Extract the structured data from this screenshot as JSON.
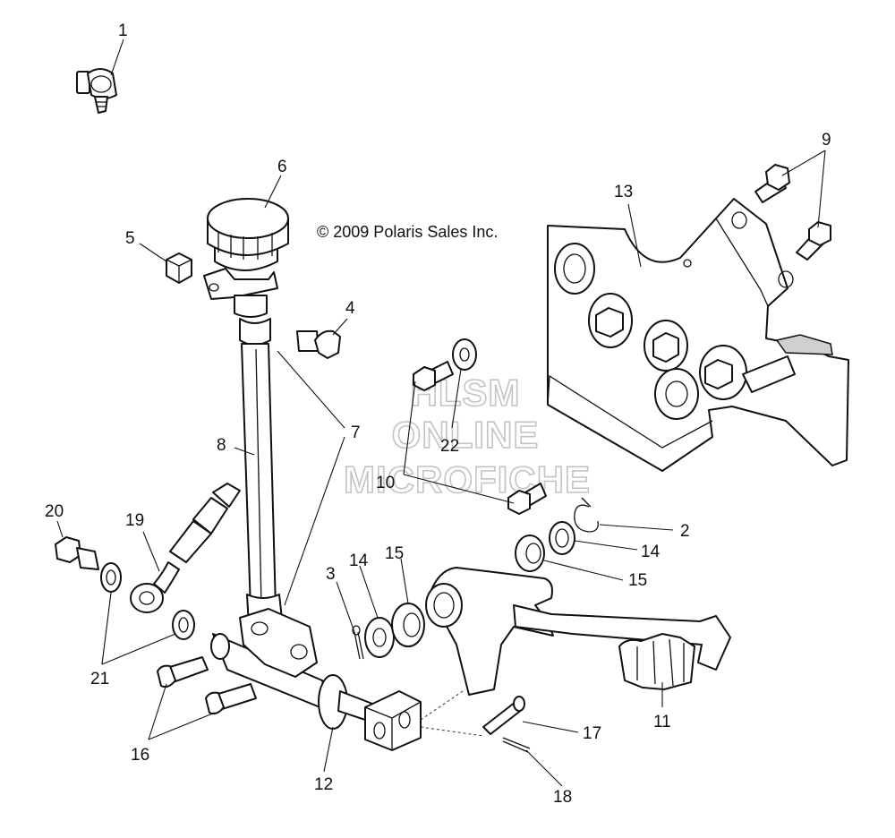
{
  "copyright": "© 2009 Polaris Sales Inc.",
  "watermark": {
    "line1": "HLSM",
    "line2": "ONLINE",
    "line3": "MICROFICHE"
  },
  "callouts": {
    "c1": "1",
    "c2": "2",
    "c3": "3",
    "c4": "4",
    "c5": "5",
    "c6": "6",
    "c7": "7",
    "c8": "8",
    "c9": "9",
    "c10": "10",
    "c11": "11",
    "c12": "12",
    "c13": "13",
    "c14a": "14",
    "c14b": "14",
    "c15a": "15",
    "c15b": "15",
    "c16": "16",
    "c17": "17",
    "c18": "18",
    "c19": "19",
    "c20": "20",
    "c21": "21",
    "c22": "22"
  }
}
